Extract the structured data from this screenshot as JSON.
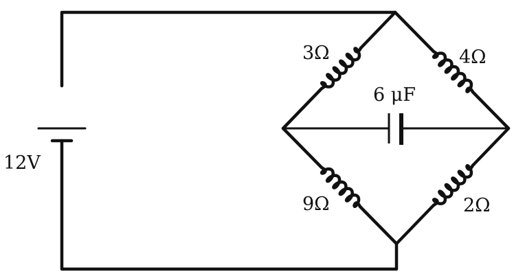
{
  "circuit": {
    "battery": {
      "label": "12V"
    },
    "capacitor": {
      "label": "6 μF"
    },
    "resistors": [
      {
        "id": "top-left",
        "label": "3Ω"
      },
      {
        "id": "top-right",
        "label": "4Ω"
      },
      {
        "id": "bottom-left",
        "label": "9Ω"
      },
      {
        "id": "bottom-right",
        "label": "2Ω"
      }
    ]
  }
}
